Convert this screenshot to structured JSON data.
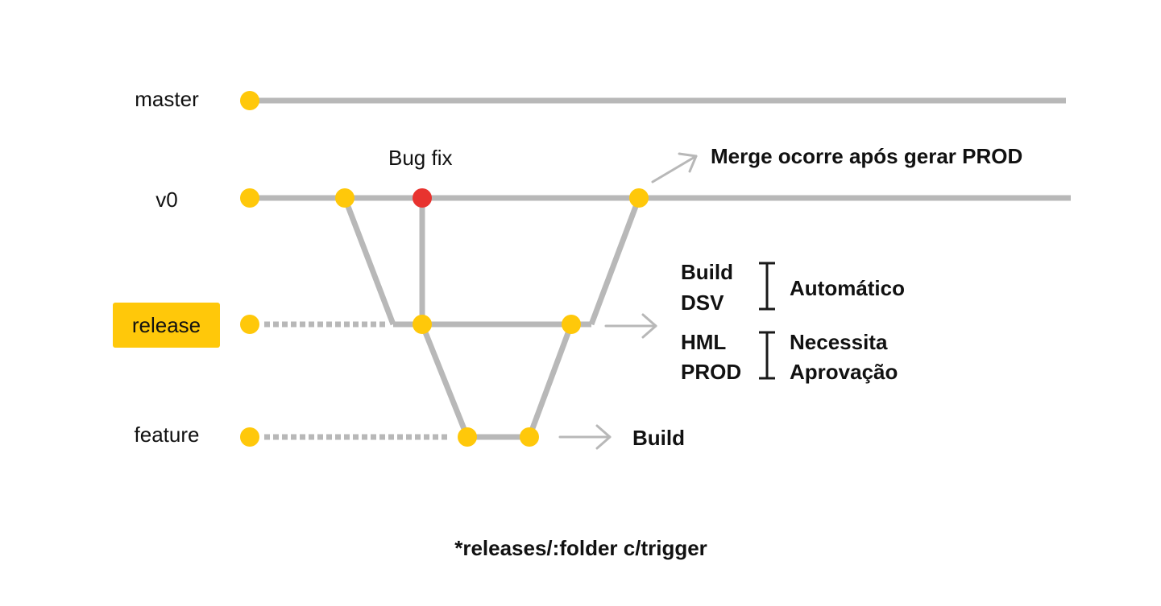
{
  "colors": {
    "line": "#b8b8b8",
    "commit": "#ffc80a",
    "bugfix_commit": "#e8332f",
    "text": "#111111",
    "highlight": "#ffc80a",
    "bracket": "#1a1a1a"
  },
  "branches": {
    "master": "master",
    "v0": "v0",
    "release": "release",
    "feature": "feature"
  },
  "annotations": {
    "bug_fix": "Bug fix",
    "merge_note": "Merge ocorre após gerar PROD",
    "release_steps": {
      "automatic": {
        "items": [
          "Build",
          "DSV"
        ],
        "label": "Automático"
      },
      "approval": {
        "items": [
          "HML",
          "PROD"
        ],
        "label_lines": [
          "Necessita",
          "Aprovação"
        ]
      }
    },
    "feature_output": "Build",
    "footnote": "*releases/:folder c/trigger"
  }
}
